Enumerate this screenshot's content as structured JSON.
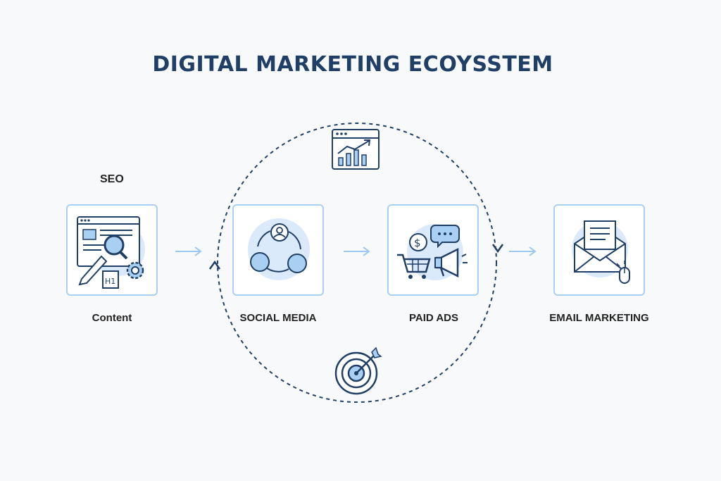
{
  "title": "DIGITAL MARKETING ECOYSSTEM",
  "seo_label": "SEO",
  "stages": [
    {
      "label": "Content",
      "icon": "seo-content-icon"
    },
    {
      "label": "SOCIAL MEDIA",
      "icon": "social-network-icon"
    },
    {
      "label": "PAID ADS",
      "icon": "paid-ads-icon"
    },
    {
      "label": "EMAIL MARKETING",
      "icon": "email-icon"
    }
  ],
  "cycle_icons": [
    "growth-chart-icon",
    "target-icon"
  ],
  "colors": {
    "navy": "#1f3f66",
    "light_blue": "#a9d0f2",
    "fill_blue": "#dbeafb",
    "arrow_blue": "#9cc7ee"
  }
}
